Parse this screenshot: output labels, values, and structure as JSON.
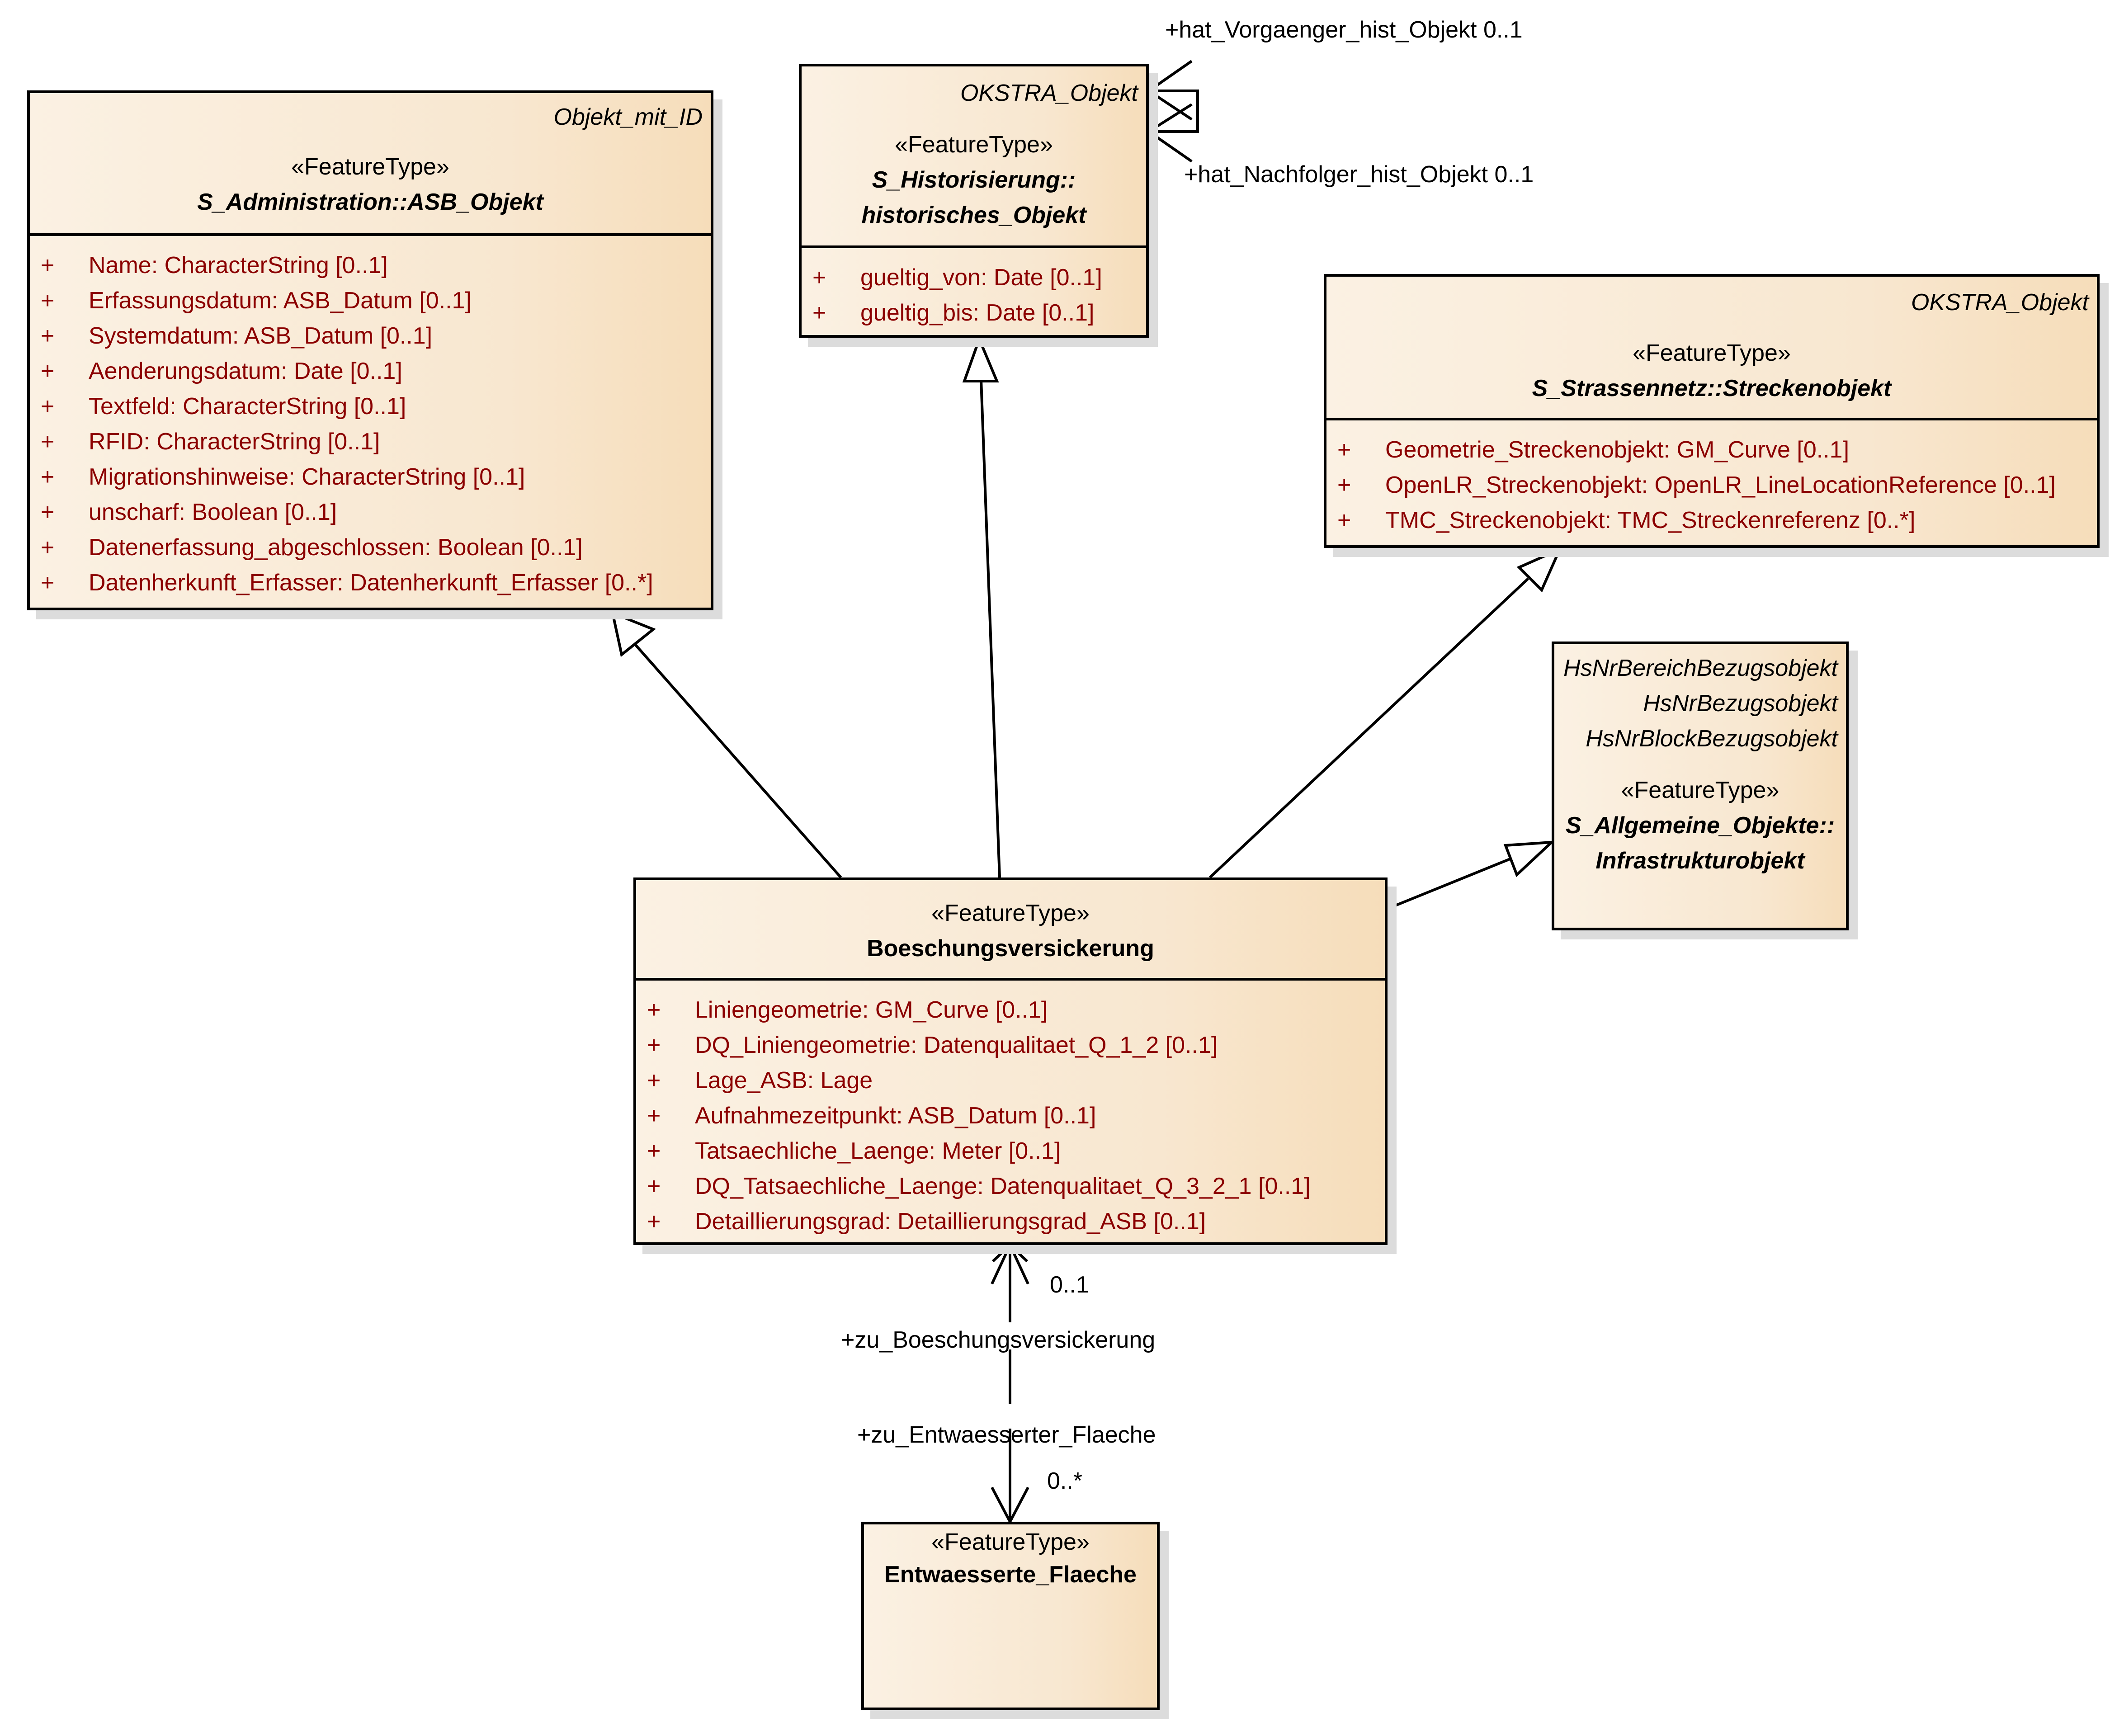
{
  "diagram": {
    "classes": {
      "asb_objekt": {
        "tagged_values": [
          "Objekt_mit_ID"
        ],
        "stereotype": "«FeatureType»",
        "name": "S_Administration::ASB_Objekt",
        "attributes": [
          {
            "visibility": "+",
            "text": "Name: CharacterString [0..1]"
          },
          {
            "visibility": "+",
            "text": "Erfassungsdatum: ASB_Datum [0..1]"
          },
          {
            "visibility": "+",
            "text": "Systemdatum: ASB_Datum [0..1]"
          },
          {
            "visibility": "+",
            "text": "Aenderungsdatum: Date [0..1]"
          },
          {
            "visibility": "+",
            "text": "Textfeld: CharacterString [0..1]"
          },
          {
            "visibility": "+",
            "text": "RFID: CharacterString [0..1]"
          },
          {
            "visibility": "+",
            "text": "Migrationshinweise: CharacterString [0..1]"
          },
          {
            "visibility": "+",
            "text": "unscharf: Boolean [0..1]"
          },
          {
            "visibility": "+",
            "text": "Datenerfassung_abgeschlossen: Boolean [0..1]"
          },
          {
            "visibility": "+",
            "text": "Datenherkunft_Erfasser: Datenherkunft_Erfasser [0..*]"
          }
        ]
      },
      "historisches_objekt": {
        "tagged_values": [
          "OKSTRA_Objekt"
        ],
        "stereotype": "«FeatureType»",
        "name_line1": "S_Historisierung::",
        "name_line2": "historisches_Objekt",
        "attributes": [
          {
            "visibility": "+",
            "text": "gueltig_von: Date [0..1]"
          },
          {
            "visibility": "+",
            "text": "gueltig_bis: Date [0..1]"
          }
        ]
      },
      "streckenobjekt": {
        "tagged_values": [
          "OKSTRA_Objekt"
        ],
        "stereotype": "«FeatureType»",
        "name": "S_Strassennetz::Streckenobjekt",
        "attributes": [
          {
            "visibility": "+",
            "text": "Geometrie_Streckenobjekt: GM_Curve [0..1]"
          },
          {
            "visibility": "+",
            "text": "OpenLR_Streckenobjekt: OpenLR_LineLocationReference [0..1]"
          },
          {
            "visibility": "+",
            "text": "TMC_Streckenobjekt: TMC_Streckenreferenz [0..*]"
          }
        ]
      },
      "infrastrukturobjekt": {
        "tagged_values": [
          "HsNrBereichBezugsobjekt",
          "HsNrBezugsobjekt",
          "HsNrBlockBezugsobjekt"
        ],
        "stereotype": "«FeatureType»",
        "name_line1": "S_Allgemeine_Objekte::",
        "name_line2": "Infrastrukturobjekt"
      },
      "boeschungsversickerung": {
        "stereotype": "«FeatureType»",
        "name": "Boeschungsversickerung",
        "attributes": [
          {
            "visibility": "+",
            "text": "Liniengeometrie: GM_Curve [0..1]"
          },
          {
            "visibility": "+",
            "text": "DQ_Liniengeometrie: Datenqualitaet_Q_1_2 [0..1]"
          },
          {
            "visibility": "+",
            "text": "Lage_ASB: Lage"
          },
          {
            "visibility": "+",
            "text": "Aufnahmezeitpunkt: ASB_Datum [0..1]"
          },
          {
            "visibility": "+",
            "text": "Tatsaechliche_Laenge: Meter [0..1]"
          },
          {
            "visibility": "+",
            "text": "DQ_Tatsaechliche_Laenge: Datenqualitaet_Q_3_2_1 [0..1]"
          },
          {
            "visibility": "+",
            "text": "Detaillierungsgrad: Detaillierungsgrad_ASB [0..1]"
          }
        ]
      },
      "entwaesserte_flaeche": {
        "stereotype": "«FeatureType»",
        "name": "Entwaesserte_Flaeche"
      }
    },
    "associations": {
      "self_hist": {
        "role_vorgaenger": "+hat_Vorgaenger_hist_Objekt 0..1",
        "role_nachfolger": "+hat_Nachfolger_hist_Objekt 0..1"
      },
      "boeschung_flaeche": {
        "role_source": "+zu_Boeschungsversickerung",
        "mult_source": "0..1",
        "role_target": "+zu_Entwaesserter_Flaeche",
        "mult_target": "0..*"
      }
    },
    "generalizations": [
      {
        "from": "Boeschungsversickerung",
        "to": "S_Administration::ASB_Objekt"
      },
      {
        "from": "Boeschungsversickerung",
        "to": "S_Historisierung::historisches_Objekt"
      },
      {
        "from": "Boeschungsversickerung",
        "to": "S_Strassennetz::Streckenobjekt"
      },
      {
        "from": "Boeschungsversickerung",
        "to": "S_Allgemeine_Objekte::Infrastrukturobjekt"
      }
    ]
  }
}
